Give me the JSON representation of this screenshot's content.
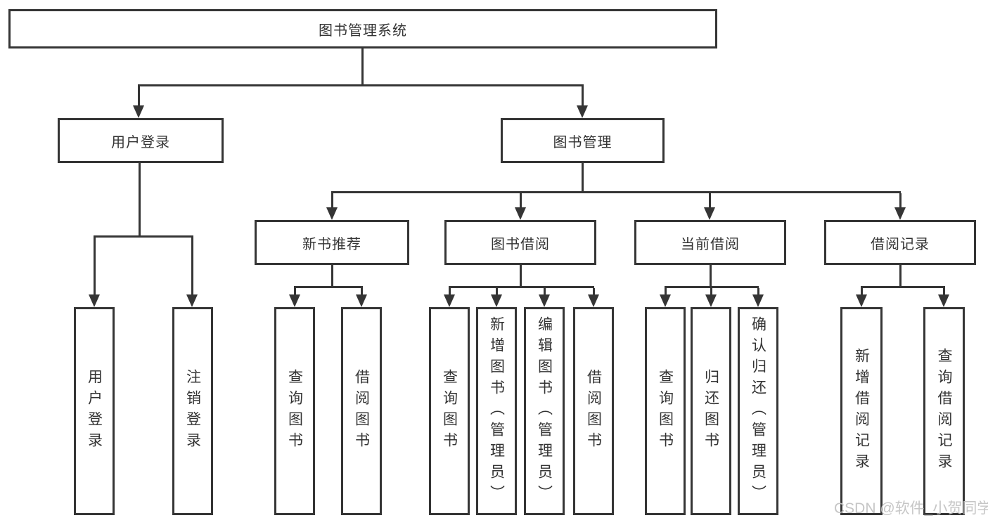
{
  "tree": {
    "label": "图书管理系统",
    "children": [
      {
        "label": "用户登录",
        "children": [
          {
            "label": "用户登录"
          },
          {
            "label": "注销登录"
          }
        ]
      },
      {
        "label": "图书管理",
        "children": [
          {
            "label": "新书推荐",
            "children": [
              {
                "label": "查询图书"
              },
              {
                "label": "借阅图书"
              }
            ]
          },
          {
            "label": "图书借阅",
            "children": [
              {
                "label": "查询图书"
              },
              {
                "label": "新增图书（管理员）"
              },
              {
                "label": "编辑图书（管理员）"
              },
              {
                "label": "借阅图书"
              }
            ]
          },
          {
            "label": "当前借阅",
            "children": [
              {
                "label": "查询图书"
              },
              {
                "label": "归还图书"
              },
              {
                "label": "确认归还（管理员）"
              }
            ]
          },
          {
            "label": "借阅记录",
            "children": [
              {
                "label": "新增借阅记录"
              },
              {
                "label": "查询借阅记录"
              }
            ]
          }
        ]
      }
    ]
  },
  "watermark": {
    "text": "CSDN @软件_小贺同学"
  },
  "colors": {
    "line": "#353535",
    "text": "#333333",
    "watermark": "#c3c3c3",
    "background": "#ffffff"
  }
}
